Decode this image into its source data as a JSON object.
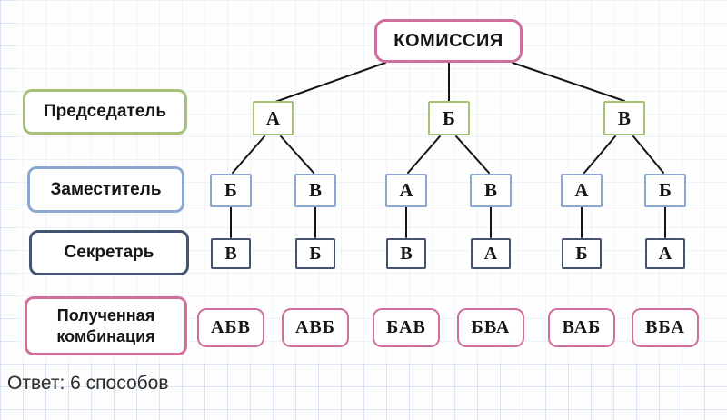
{
  "tree": {
    "root": "КОМИССИЯ",
    "level1": [
      "А",
      "Б",
      "В"
    ],
    "level2": [
      "Б",
      "В",
      "А",
      "В",
      "А",
      "Б"
    ],
    "level3": [
      "В",
      "Б",
      "В",
      "А",
      "Б",
      "А"
    ],
    "combinations": [
      "АБВ",
      "АВБ",
      "БАВ",
      "БВА",
      "ВАБ",
      "ВБА"
    ]
  },
  "row_labels": {
    "chairman": "Председатель",
    "deputy": "Заместитель",
    "secretary": "Секретарь",
    "combination": "Полученная комбинация"
  },
  "answer": {
    "text": "Ответ: 6 способов"
  },
  "colors": {
    "pink": "#cf6f9e",
    "green": "#a6c277",
    "blue": "#89a9d2",
    "dark": "#44536e",
    "line": "#151515"
  }
}
